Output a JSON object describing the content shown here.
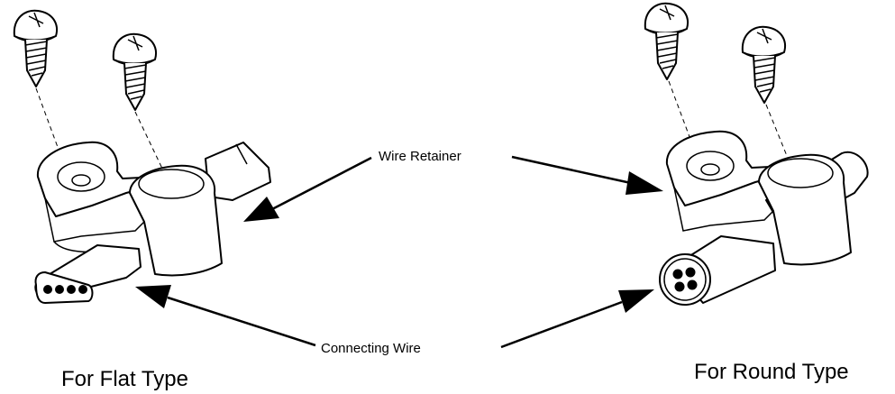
{
  "callouts": {
    "wire_retainer": "Wire Retainer",
    "connecting_wire": "Connecting Wire"
  },
  "captions": {
    "flat": "For Flat Type",
    "round": "For Round Type"
  }
}
